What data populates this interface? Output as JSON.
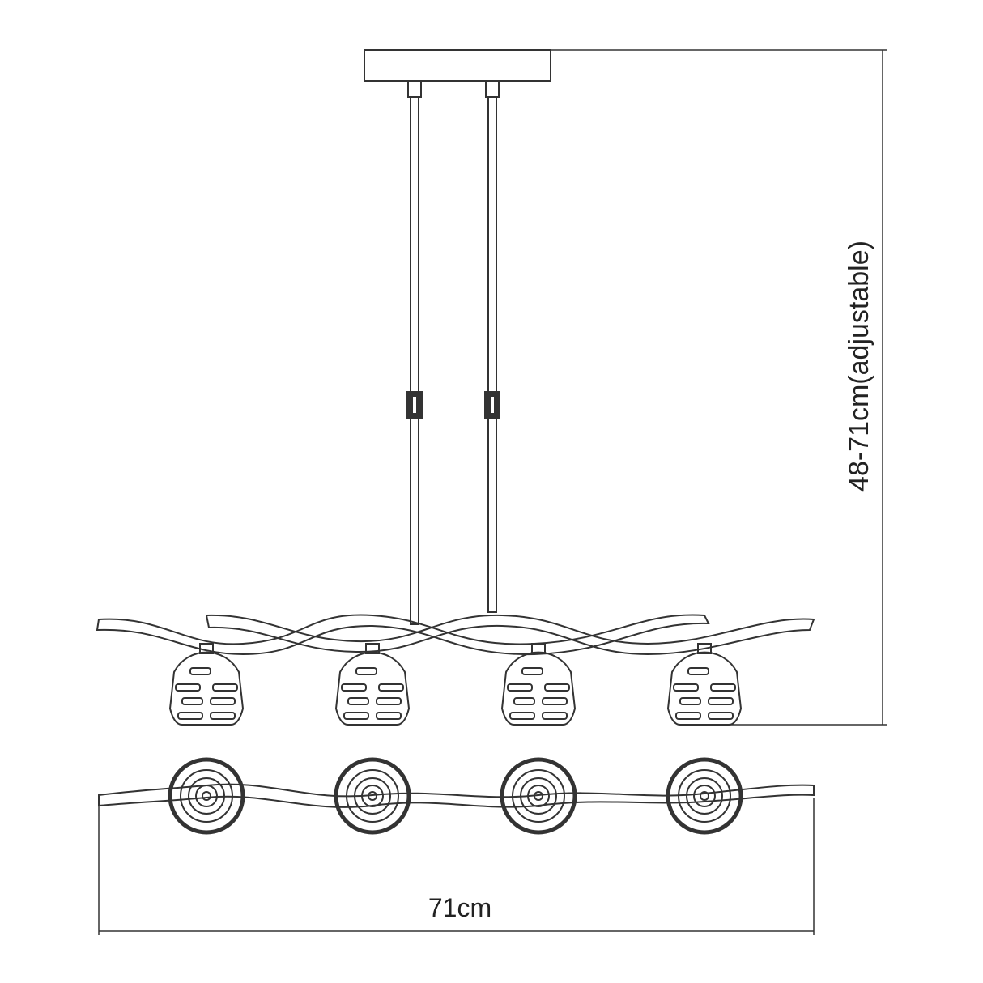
{
  "diagram": {
    "height_dimension_label": "48-71cm(adjustable)",
    "width_dimension_label": "71cm",
    "globe_count": 4,
    "line_color": "#333333"
  }
}
